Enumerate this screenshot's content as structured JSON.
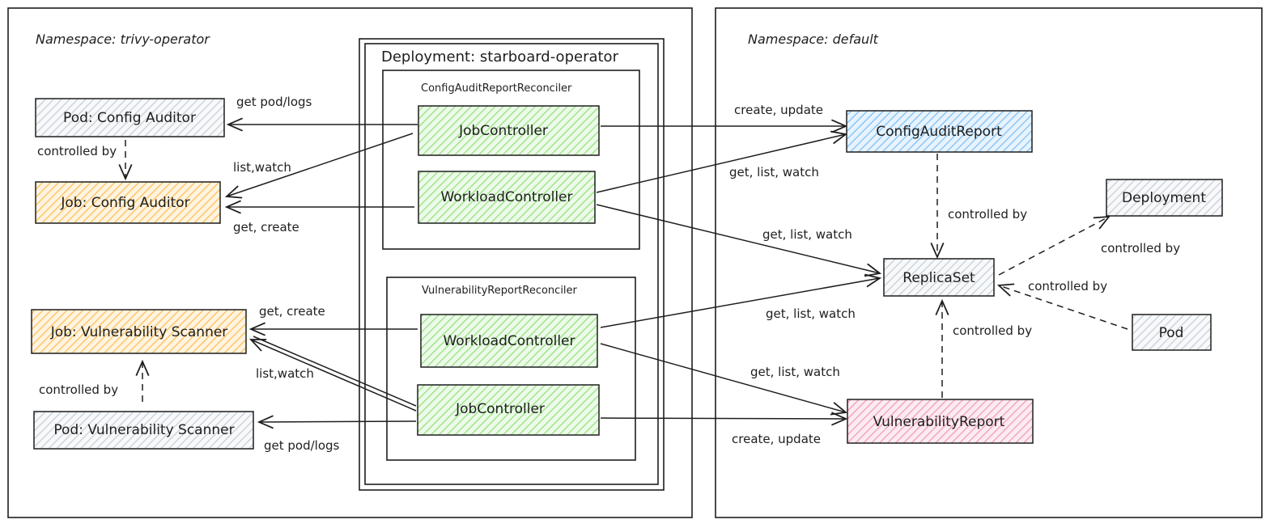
{
  "colors": {
    "gray": "#e9ecef",
    "yellow": "#ffd8a8",
    "green": "#b2f2bb",
    "blue": "#a5d8ff",
    "pink": "#fcc2d7",
    "stroke": "#1e1e1e"
  },
  "namespaces": {
    "left": "Namespace: trivy-operator",
    "right": "Namespace: default"
  },
  "deployment": {
    "label": "Deployment: starboard-operator",
    "config_reconciler": "ConfigAuditReportReconciler",
    "vuln_reconciler": "VulnerabilityReportReconciler"
  },
  "nodes": {
    "pod_config_auditor": "Pod: Config Auditor",
    "job_config_auditor": "Job: Config Auditor",
    "job_vuln_scanner": "Job: Vulnerability Scanner",
    "pod_vuln_scanner": "Pod: Vulnerability Scanner",
    "config_job_controller": "JobController",
    "config_workload_controller": "WorkloadController",
    "vuln_workload_controller": "WorkloadController",
    "vuln_job_controller": "JobController",
    "config_audit_report": "ConfigAuditReport",
    "replicaset": "ReplicaSet",
    "vulnerability_report": "VulnerabilityReport",
    "deployment_node": "Deployment",
    "pod_node": "Pod"
  },
  "edge_labels": {
    "get_pod_logs_top": "get pod/logs",
    "controlled_by_config_pod": "controlled by",
    "list_watch_top": "list,watch",
    "get_create_top": "get, create",
    "create_update_top": "create, update",
    "get_list_watch_car": "get, list, watch",
    "controlled_by_car": "controlled by",
    "get_list_watch_rs_top": "get, list, watch",
    "controlled_by_deployment": "controlled by",
    "controlled_by_pod": "controlled by",
    "get_create_bottom": "get, create",
    "get_list_watch_rs_bottom": "get, list, watch",
    "controlled_by_vr": "controlled by",
    "list_watch_bottom": "list,watch",
    "controlled_by_vuln_pod": "controlled by",
    "get_list_watch_vr": "get, list, watch",
    "get_pod_logs_bottom": "get pod/logs",
    "create_update_bottom": "create, update"
  }
}
